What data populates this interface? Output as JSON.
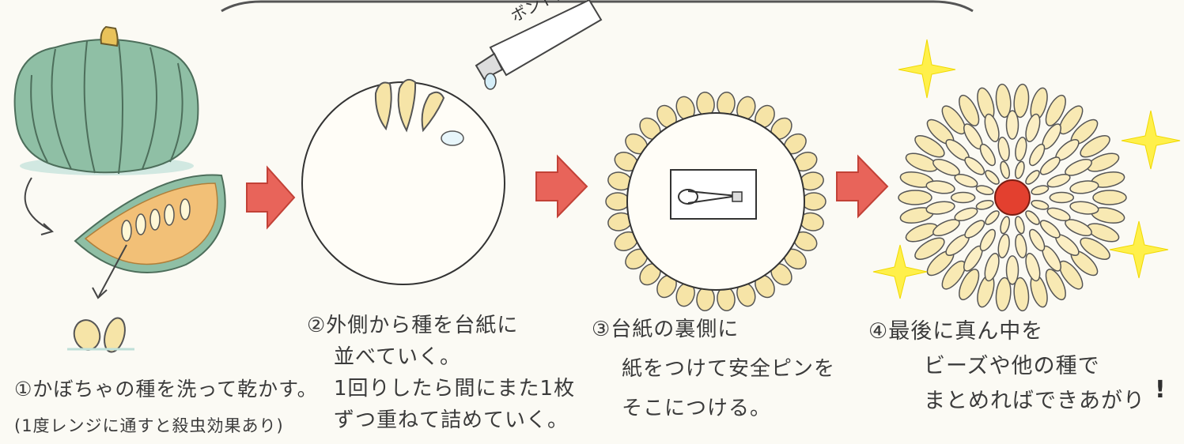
{
  "steps": [
    {
      "lines": [
        "①かぼちゃの種を洗って乾かす。"
      ],
      "note": "(1度レンジに通すと殺虫効果あり)"
    },
    {
      "lines": [
        "②外側から種を台紙に",
        "並べていく。",
        "1回りしたら間にまた1枚",
        "ずつ重ねて詰めていく。"
      ]
    },
    {
      "lines": [
        "③台紙の裏側に",
        "紙をつけて安全ピンを",
        "そこにつける。"
      ]
    },
    {
      "lines": [
        "④最後に真ん中を",
        "ビーズや他の種で",
        "まとめればできあがり"
      ],
      "emphasis": "!"
    }
  ],
  "bottle_label": "ボンド接着",
  "colors": {
    "arrow": "#e8645a",
    "pumpkin": "#8fbfa5",
    "pumpkin_flesh": "#f2c077",
    "seed": "#f6e4a7",
    "center": "#e3402f",
    "sparkle": "#fff04a"
  },
  "icons": [
    "pumpkin-icon",
    "pumpkin-slice-icon",
    "seed-icon",
    "glue-bottle-icon",
    "safety-pin-icon",
    "flower-brooch-icon",
    "sparkle-icon",
    "step-arrow-icon"
  ]
}
